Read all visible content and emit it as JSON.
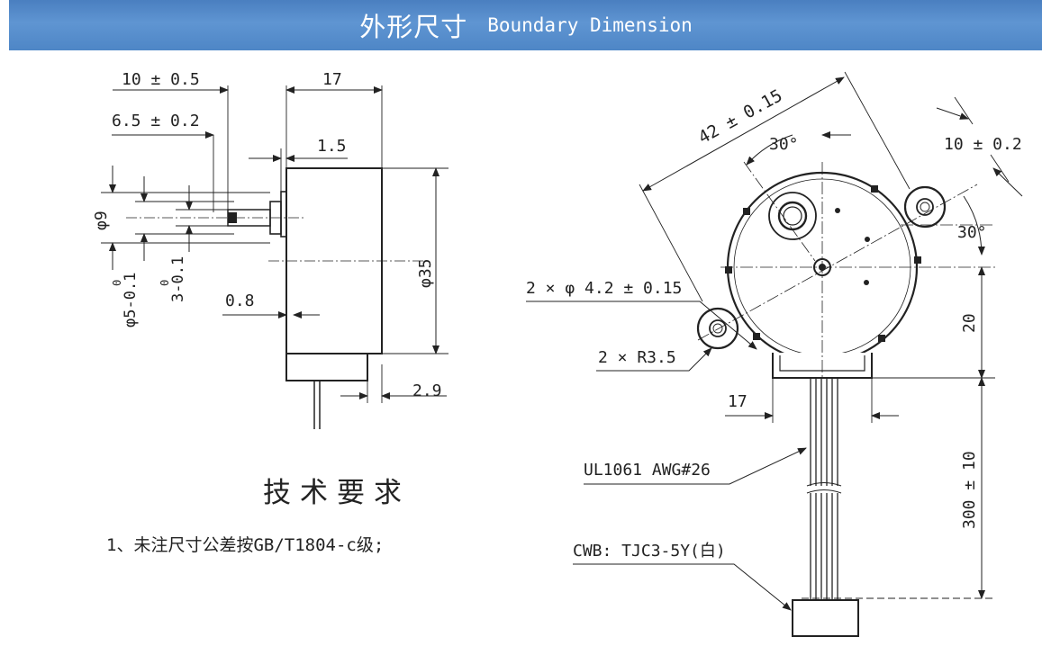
{
  "header": {
    "title_cn": "外形尺寸",
    "title_en": "Boundary Dimension"
  },
  "side_view": {
    "dims": {
      "shaft_len": "10 ± 0.5",
      "flat_len": "6.5 ± 0.2",
      "body_depth": "17",
      "flange": "1.5",
      "shaft_dia": "φ9",
      "shaft_d5": "φ5-0.1",
      "shaft_d5_tol": "0",
      "flat_d3": "3-0.1",
      "flat_d3_tol": "0",
      "plate": "0.8",
      "body_dia": "φ35",
      "cap": "2.9"
    }
  },
  "front_view": {
    "dims": {
      "hole_span": "42 ± 0.15",
      "angle_top": "30°",
      "ear_offset": "10 ± 0.2",
      "angle_right": "30°",
      "holes": "2 × φ 4.2 ± 0.15",
      "ear_radius": "2 × R3.5",
      "height_20": "20",
      "outlet_17": "17",
      "wire": "UL1061  AWG#26",
      "lead_len": "300 ± 10",
      "connector": "CWB: TJC3-5Y(白)"
    }
  },
  "notes": {
    "title": "技术要求",
    "item1": "1、未注尺寸公差按GB/T1804-c级;"
  }
}
